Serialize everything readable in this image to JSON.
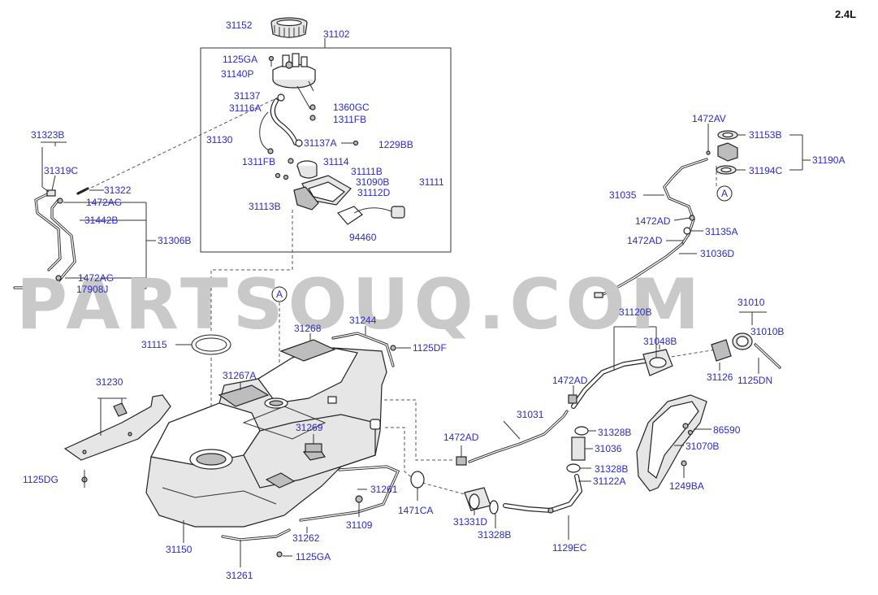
{
  "diagram": {
    "engine_badge": "2.4L",
    "watermark": "PARTSOUQ.COM",
    "callout": "A",
    "labels": {
      "l31152": "31152",
      "l31102": "31102",
      "l1125GA_top": "1125GA",
      "l31140P": "31140P",
      "l31137": "31137",
      "l31116A": "31116A",
      "l1360GC": "1360GC",
      "l1311FB_a": "1311FB",
      "l31130": "31130",
      "l31137A": "31137A",
      "l1229BB": "1229BB",
      "l1311FB_b": "1311FB",
      "l31114": "31114",
      "l31111B": "31111B",
      "l31090B": "31090B",
      "l31111": "31111",
      "l31112D": "31112D",
      "l31113B": "31113B",
      "l94460": "94460",
      "l31323B": "31323B",
      "l31319C": "31319C",
      "l31322": "31322",
      "l1472AG_a": "1472AG",
      "l31442B": "31442B",
      "l31306B": "31306B",
      "l1472AG_b": "1472AG",
      "l17908J": "17908J",
      "l1472AV": "1472AV",
      "l31153B": "31153B",
      "l31190A": "31190A",
      "l31194C": "31194C",
      "l31035": "31035",
      "l1472AD_a": "1472AD",
      "l31135A": "31135A",
      "l1472AD_b": "1472AD",
      "l31036D": "31036D",
      "l31115": "31115",
      "l31268": "31268",
      "l31244": "31244",
      "l1125DF": "1125DF",
      "l31120B": "31120B",
      "l31048B": "31048B",
      "l31010": "31010",
      "l31010B": "31010B",
      "l31126": "31126",
      "l1125DN": "1125DN",
      "l31230": "31230",
      "l31267A": "31267A",
      "l1472AD_c": "1472AD",
      "l31031": "31031",
      "l31269": "31269",
      "l1472AD_d": "1472AD",
      "l31328B_a": "31328B",
      "l86590": "86590",
      "l31036": "31036",
      "l31070B": "31070B",
      "l31328B_b": "31328B",
      "l1125DG": "1125DG",
      "l31122A": "31122A",
      "l1249BA": "1249BA",
      "l31261_a": "31261",
      "l1471CA": "1471CA",
      "l31109": "31109",
      "l31331D": "31331D",
      "l31328B_c": "31328B",
      "l31150": "31150",
      "l31262": "31262",
      "l1129EC": "1129EC",
      "l1125GA_bottom": "1125GA",
      "l31261_b": "31261"
    }
  }
}
